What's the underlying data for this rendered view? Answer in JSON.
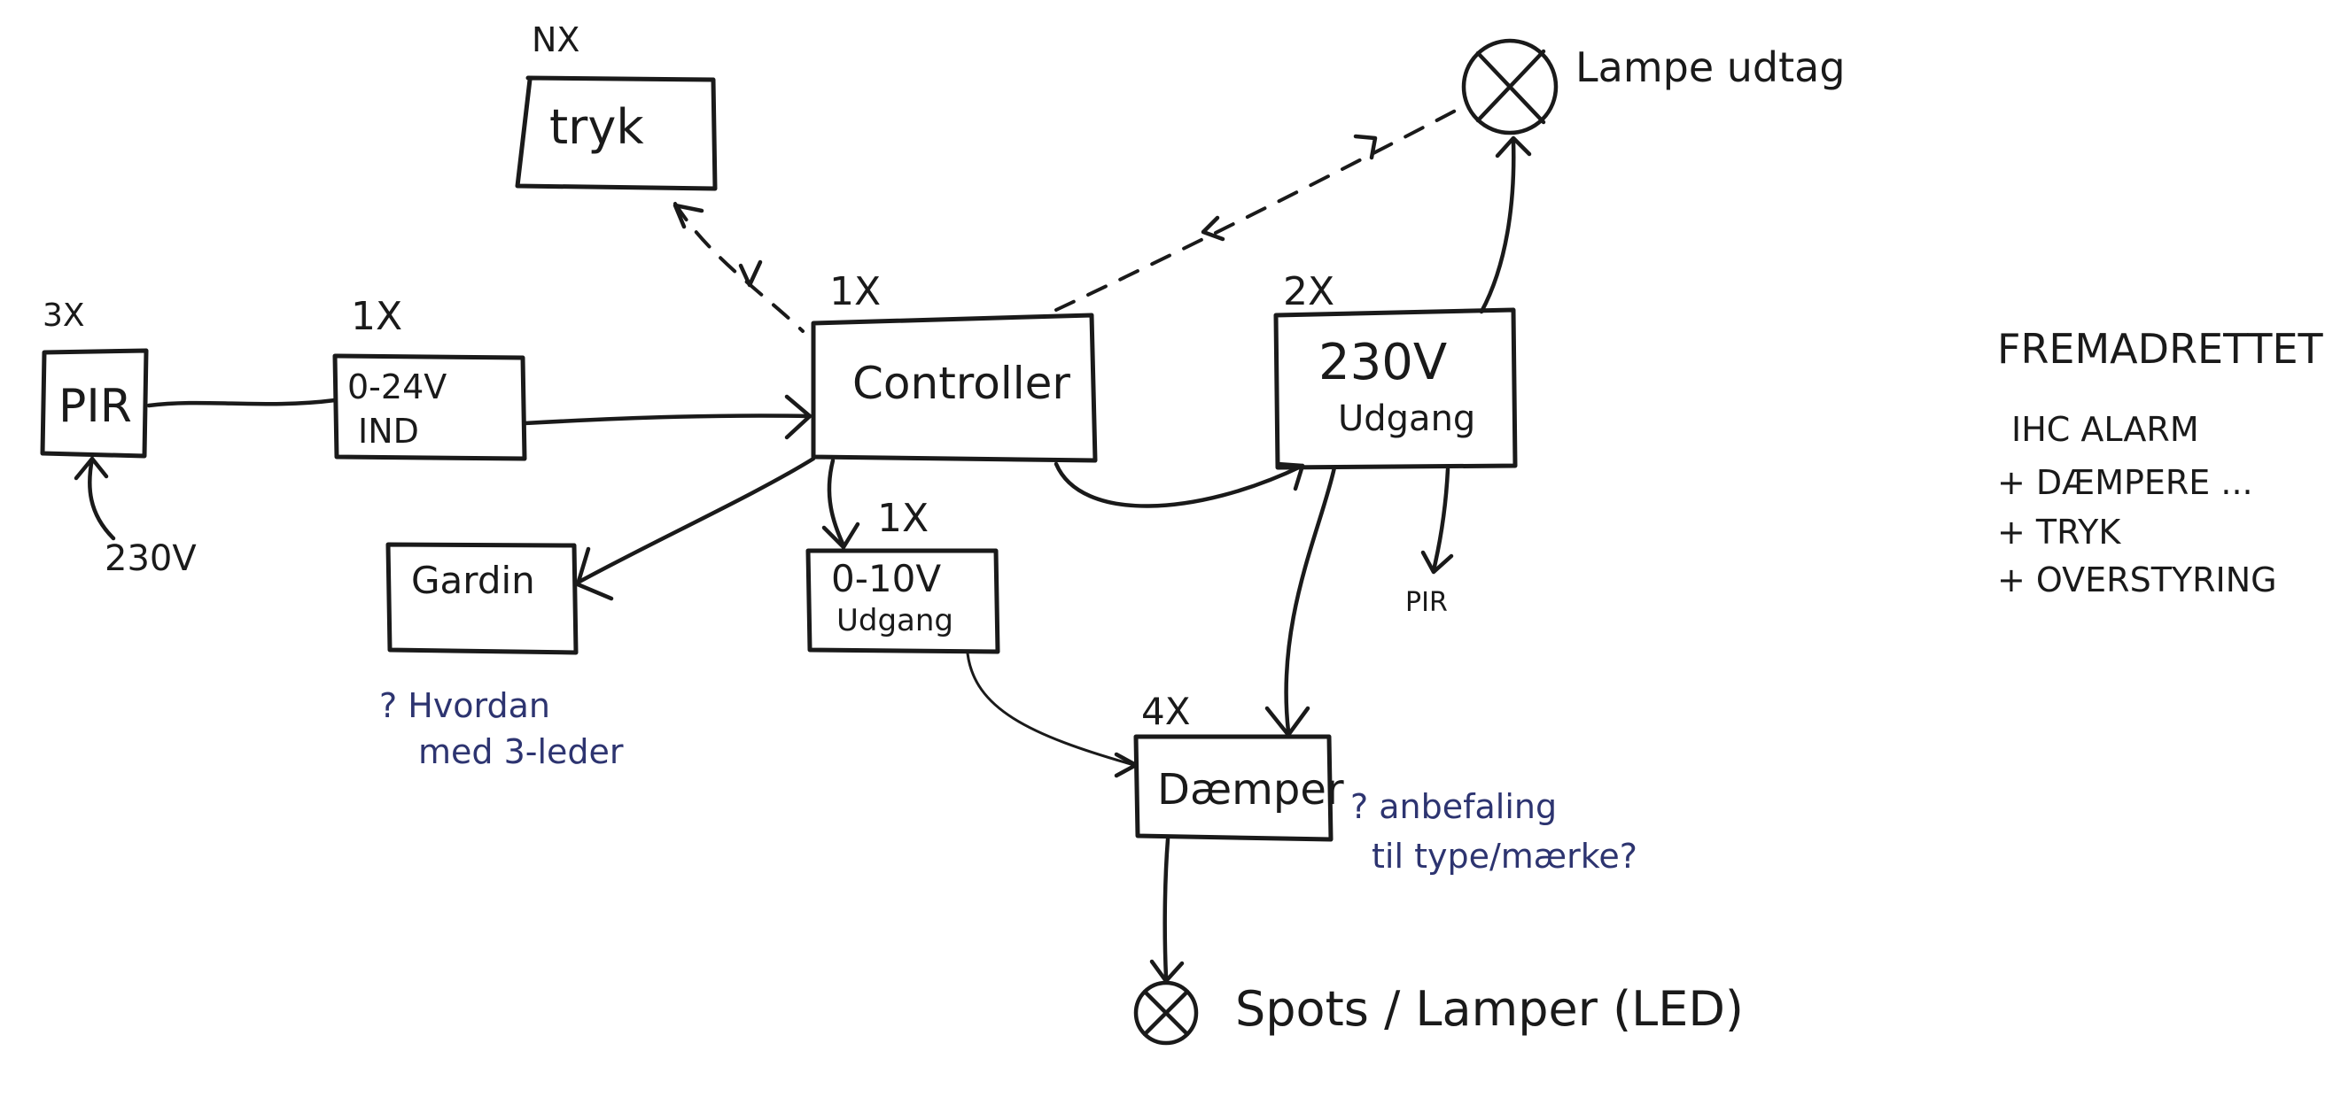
{
  "nodes": {
    "pir": {
      "count": "3X",
      "label": "PIR"
    },
    "input": {
      "count": "1X",
      "line1": "0-24V",
      "line2": "IND"
    },
    "tryk": {
      "count": "NX",
      "label": "tryk"
    },
    "controller": {
      "count": "1X",
      "label": "Controller"
    },
    "gardin": {
      "label": "Gardin"
    },
    "udgang_010": {
      "count": "1X",
      "line1": "0-10V",
      "line2": "Udgang"
    },
    "udgang_230": {
      "count": "2X",
      "line1": "230V",
      "line2": "Udgang"
    },
    "daemper": {
      "count": "4X",
      "label": "Dæmper"
    }
  },
  "labels": {
    "supply_230v": "230V",
    "lampe_udtag": "Lampe udtag",
    "pir_small": "PIR",
    "spots": "Spots / Lamper (LED)"
  },
  "notes": {
    "gardin_q_line1": "? Hvordan",
    "gardin_q_line2": "med 3-leder",
    "daemper_q_line1": "? anbefaling",
    "daemper_q_line2": "til type/mærke?"
  },
  "side_list": {
    "title": "FREMADRETTET",
    "items": [
      "IHC ALARM",
      "+ DÆMPERE ...",
      "+ TRYK",
      "+ OVERSTYRING"
    ]
  },
  "colors": {
    "ink": "#1a1a1a",
    "note_ink": "#2d3470",
    "paper": "#ffffff"
  }
}
